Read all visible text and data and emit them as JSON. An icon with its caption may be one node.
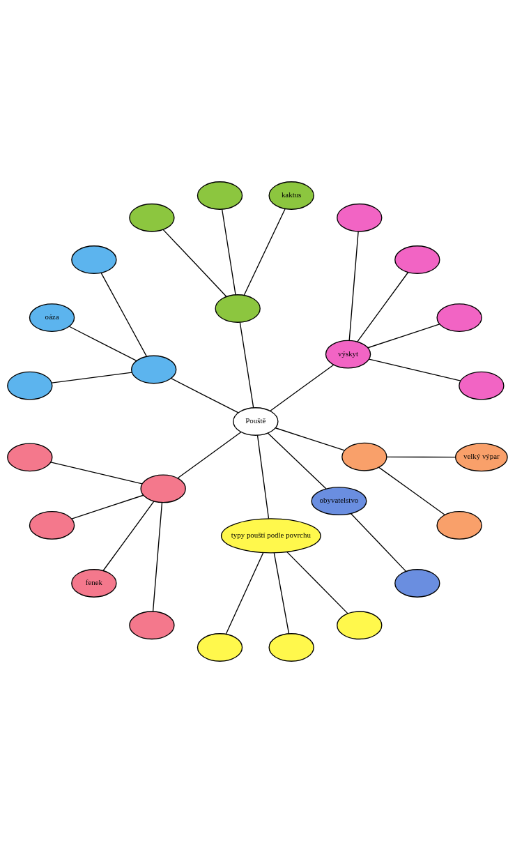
{
  "diagram": {
    "nodes": [
      {
        "text": [
          "Pouště"
        ]
      },
      {
        "text": [
          "výskyt"
        ]
      },
      {
        "text": [],
        "shape": "ellipse"
      },
      {
        "text": [],
        "shape": "ellipse"
      },
      {
        "text": [],
        "shape": "ellipse"
      },
      {
        "text": [],
        "shape": "ellipse"
      },
      {
        "text": [],
        "shape": "ellipse"
      },
      {
        "text": [
          "kaktus"
        ]
      },
      {
        "text": [],
        "shape": "ellipse"
      },
      {
        "text": [],
        "shape": "ellipse"
      },
      {
        "text": [],
        "shape": "ellipse"
      },
      {
        "text": [],
        "shape": "ellipse"
      },
      {
        "text": [
          "oáza"
        ]
      },
      {
        "text": [],
        "shape": "ellipse"
      },
      {
        "text": [],
        "shape": "ellipse"
      },
      {
        "text": [],
        "shape": "ellipse"
      },
      {
        "text": [],
        "shape": "ellipse"
      },
      {
        "text": [
          "fenek"
        ]
      },
      {
        "text": [],
        "shape": "ellipse"
      },
      {
        "text": [
          "typy pouští podle povrchu"
        ]
      },
      {
        "text": [],
        "shape": "ellipse"
      },
      {
        "text": [],
        "shape": "ellipse"
      },
      {
        "text": [],
        "shape": "ellipse"
      },
      {
        "text": [
          "obyvatelstvo"
        ]
      },
      {
        "text": [],
        "shape": "ellipse"
      },
      {
        "text": [],
        "shape": "ellipse"
      },
      {
        "text": [],
        "shape": "ellipse"
      },
      {
        "text": [
          "velký výpar"
        ]
      }
    ],
    "edges": [
      {
        "from": 0,
        "to": 1,
        "arrow": "none"
      },
      {
        "from": 1,
        "to": 2,
        "arrow": "none"
      },
      {
        "from": 1,
        "to": 3,
        "arrow": "none"
      },
      {
        "from": 1,
        "to": 4,
        "arrow": "none"
      },
      {
        "from": 1,
        "to": 5,
        "arrow": "none"
      },
      {
        "from": 0,
        "to": 6,
        "arrow": "none"
      },
      {
        "from": 6,
        "to": 7,
        "arrow": "none"
      },
      {
        "from": 6,
        "to": 8,
        "arrow": "none"
      },
      {
        "from": 6,
        "to": 9,
        "arrow": "none"
      },
      {
        "from": 0,
        "to": 10,
        "arrow": "none"
      },
      {
        "from": 10,
        "to": 11,
        "arrow": "none"
      },
      {
        "from": 10,
        "to": 12,
        "arrow": "none"
      },
      {
        "from": 10,
        "to": 13,
        "arrow": "none"
      },
      {
        "from": 0,
        "to": 14,
        "arrow": "none"
      },
      {
        "from": 14,
        "to": 15,
        "arrow": "none"
      },
      {
        "from": 14,
        "to": 16,
        "arrow": "none"
      },
      {
        "from": 14,
        "to": 17,
        "arrow": "none"
      },
      {
        "from": 14,
        "to": 18,
        "arrow": "none"
      },
      {
        "from": 0,
        "to": 19,
        "arrow": "none"
      },
      {
        "from": 19,
        "to": 20,
        "arrow": "none"
      },
      {
        "from": 19,
        "to": 21,
        "arrow": "none"
      },
      {
        "from": 19,
        "to": 22,
        "arrow": "none"
      },
      {
        "from": 0,
        "to": 23,
        "arrow": "none"
      },
      {
        "from": 23,
        "to": 24,
        "arrow": "none"
      },
      {
        "from": 0,
        "to": 25,
        "arrow": "none"
      },
      {
        "from": 25,
        "to": 26,
        "arrow": "none"
      },
      {
        "from": 25,
        "to": 27,
        "arrow": "none"
      }
    ]
  }
}
